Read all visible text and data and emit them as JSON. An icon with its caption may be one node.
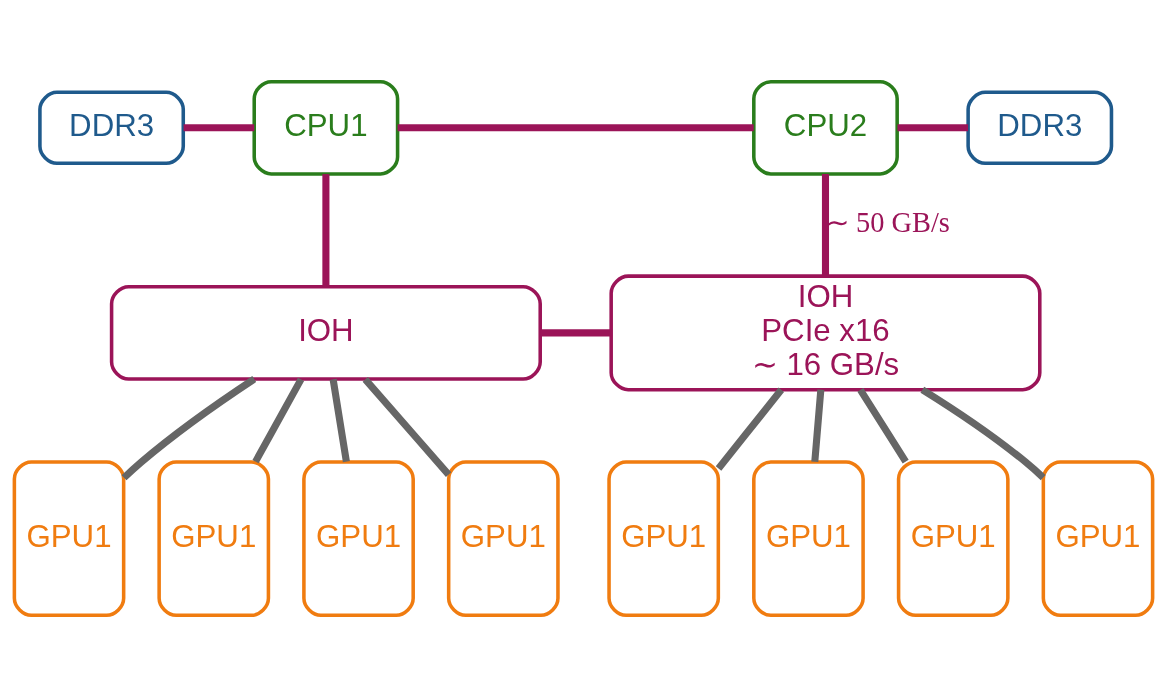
{
  "diagram": {
    "nodes": [
      {
        "text": [
          "DDR3"
        ]
      },
      {
        "text": [
          "CPU1"
        ]
      },
      {
        "text": [
          "CPU2"
        ]
      },
      {
        "text": [
          "DDR3"
        ]
      },
      {
        "text": [
          "IOH"
        ]
      },
      {
        "text": [
          "IOH",
          "PCIe x16",
          "∼ 16 GB/s"
        ]
      },
      {
        "text": [
          "GPU1"
        ]
      },
      {
        "text": [
          "GPU1"
        ]
      },
      {
        "text": [
          "GPU1"
        ]
      },
      {
        "text": [
          "GPU1"
        ]
      },
      {
        "text": [
          "GPU1"
        ]
      },
      {
        "text": [
          "GPU1"
        ]
      },
      {
        "text": [
          "GPU1"
        ]
      },
      {
        "text": [
          "GPU1"
        ]
      }
    ],
    "edges": [
      {
        "from": 0,
        "to": 1,
        "arrow": "none",
        "color": "#9b1458"
      },
      {
        "from": 1,
        "to": 2,
        "arrow": "none",
        "color": "#9b1458"
      },
      {
        "from": 2,
        "to": 3,
        "arrow": "none",
        "color": "#9b1458"
      },
      {
        "from": 1,
        "to": 4,
        "arrow": "none",
        "color": "#9b1458"
      },
      {
        "from": 2,
        "to": 5,
        "arrow": "none",
        "label": "∼ 50 GB/s",
        "color": "#9b1458"
      },
      {
        "from": 4,
        "to": 5,
        "arrow": "none",
        "color": "#9b1458"
      },
      {
        "from": 4,
        "to": 6,
        "arrow": "none"
      },
      {
        "from": 4,
        "to": 7,
        "arrow": "none"
      },
      {
        "from": 4,
        "to": 8,
        "arrow": "none"
      },
      {
        "from": 4,
        "to": 9,
        "arrow": "none"
      },
      {
        "from": 5,
        "to": 10,
        "arrow": "none"
      },
      {
        "from": 5,
        "to": 11,
        "arrow": "none"
      },
      {
        "from": 5,
        "to": 12,
        "arrow": "none"
      },
      {
        "from": 5,
        "to": 13,
        "arrow": "none"
      }
    ]
  }
}
